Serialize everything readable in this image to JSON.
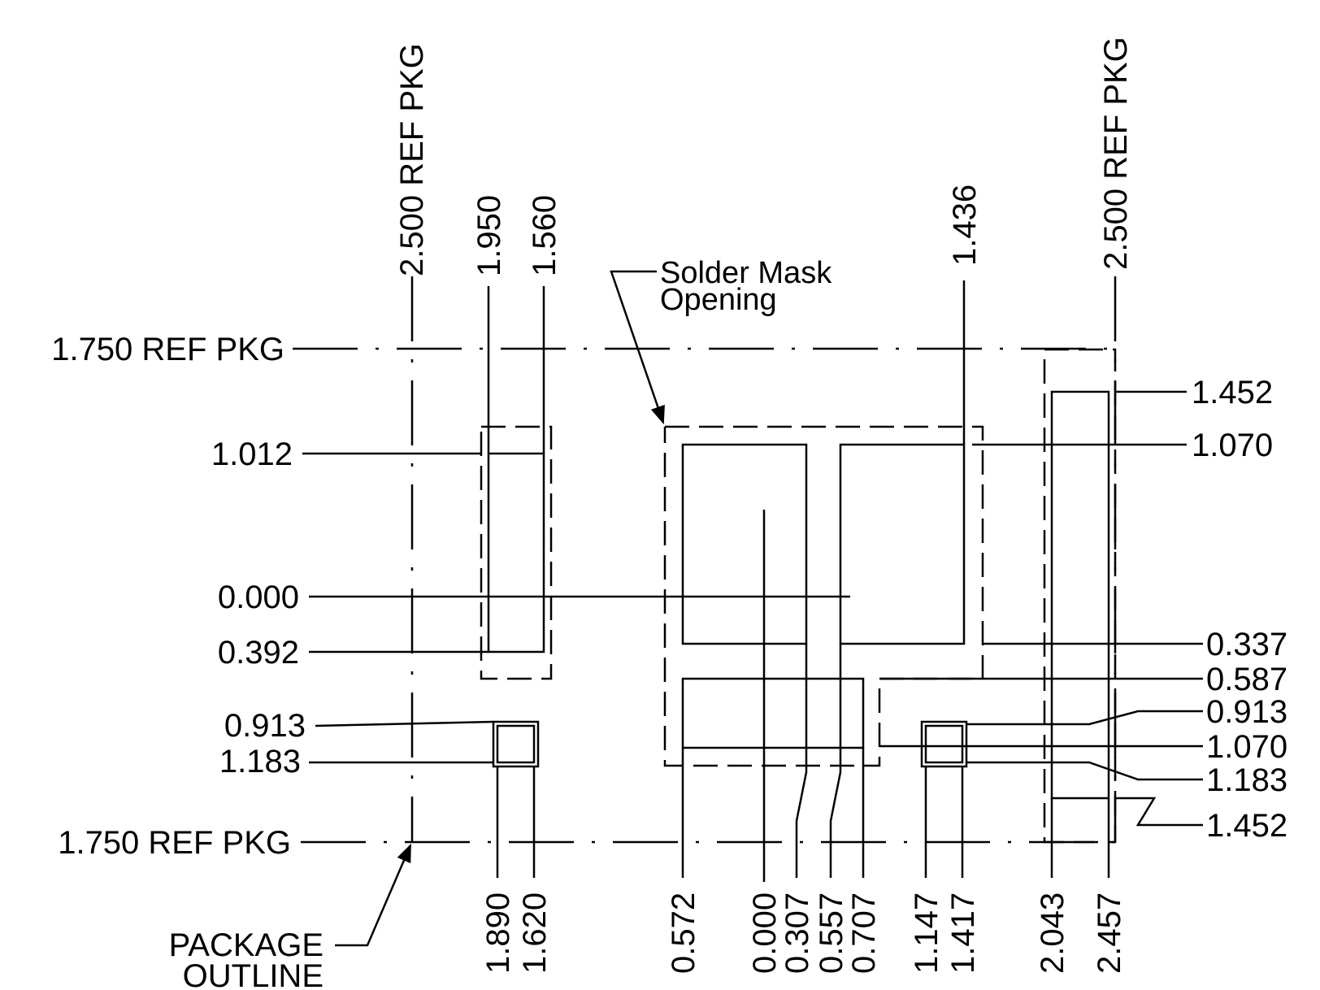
{
  "left_labels": {
    "top_ref": "1.750 REF PKG",
    "y_1012": "1.012",
    "y_0000": "0.000",
    "y_0392": "0.392",
    "y_0913": "0.913",
    "y_1183": "1.183",
    "bottom_ref": "1.750 REF PKG"
  },
  "right_labels": {
    "y_1452_top": "1.452",
    "y_1070_top": "1.070",
    "y_0337": "0.337",
    "y_0587": "0.587",
    "y_0913": "0.913",
    "y_1070": "1.070",
    "y_1183": "1.183",
    "y_1452_bot": "1.452"
  },
  "top_labels": {
    "x_2500_left": "2.500 REF PKG",
    "x_1950": "1.950",
    "x_1560": "1.560",
    "x_1436": "1.436",
    "x_2500_right": "2.500 REF PKG"
  },
  "bottom_labels": {
    "x_1890": "1.890",
    "x_1620": "1.620",
    "x_0572": "0.572",
    "x_0000": "0.000",
    "x_0307": "0.307",
    "x_0557": "0.557",
    "x_0707": "0.707",
    "x_1147": "1.147",
    "x_1417": "1.417",
    "x_2043": "2.043",
    "x_2457": "2.457"
  },
  "callouts": {
    "solder_mask_line1": "Solder Mask",
    "solder_mask_line2": "Opening",
    "package_line1": "PACKAGE",
    "package_line2": "OUTLINE"
  },
  "colors": {
    "stroke": "#000000",
    "background": "#ffffff"
  }
}
